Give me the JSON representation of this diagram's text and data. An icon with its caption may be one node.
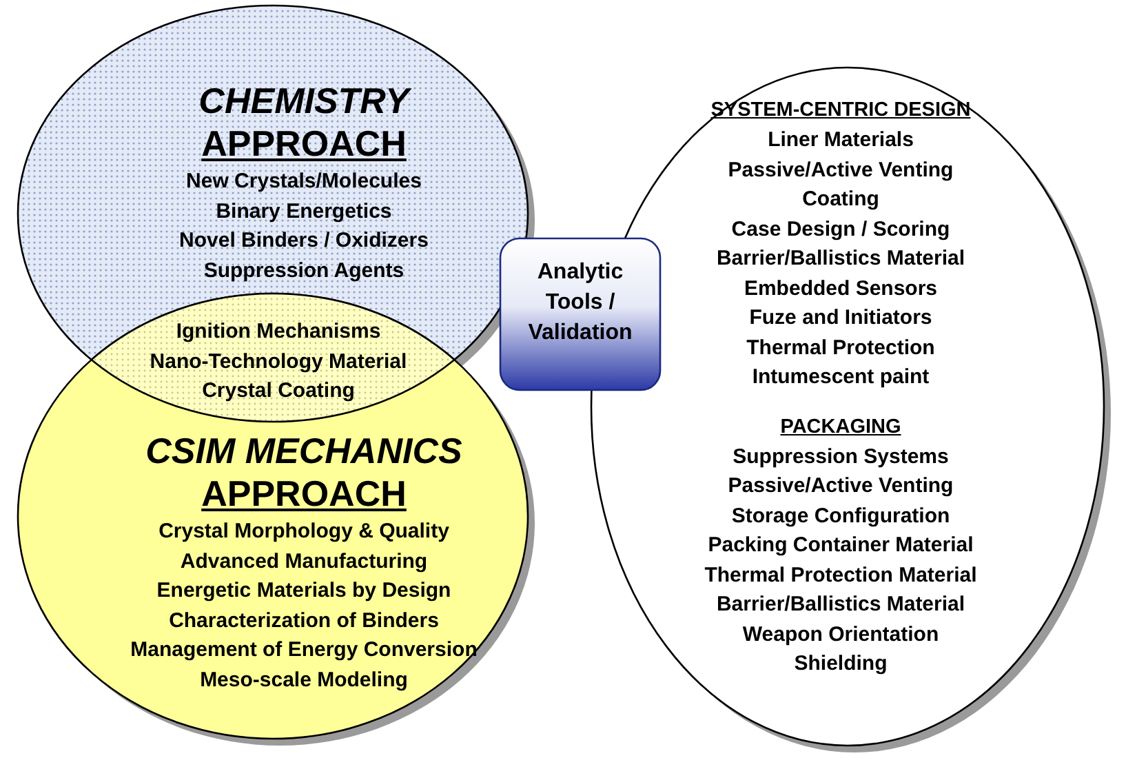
{
  "diagram": {
    "nodes": [
      {
        "text": [
          "CHEMISTRY",
          "APPROACH",
          "New Crystals/Molecules",
          "Binary Energetics",
          "Novel Binders / Oxidizers",
          "Suppression Agents"
        ]
      },
      {
        "text": [
          "CSIM MECHANICS",
          "APPROACH",
          "Crystal Morphology & Quality",
          "Advanced Manufacturing",
          "Energetic Materials by Design",
          "Characterization of Binders",
          "Management of Energy Conversion",
          "Meso-scale Modeling"
        ]
      },
      {
        "text": [
          "SYSTEM-CENTRIC DESIGN",
          "Liner Materials",
          "Passive/Active Venting",
          "Coating",
          "Case Design / Scoring",
          "Barrier/Ballistics Material",
          "Embedded Sensors",
          "Fuze and Initiators",
          "Thermal Protection",
          "Intumescent paint",
          "PACKAGING",
          "Suppression Systems",
          "Passive/Active Venting",
          "Storage Configuration",
          "Packing Container Material",
          "Thermal Protection Material",
          "Barrier/Ballistics Material",
          "Weapon Orientation",
          "Shielding"
        ]
      },
      {
        "text": [
          "Analytic Tools / Validation"
        ]
      }
    ],
    "edges": [],
    "labels": [
      "Ignition Mechanisms",
      "Nano-Technology Material",
      "Crystal Coating"
    ]
  }
}
